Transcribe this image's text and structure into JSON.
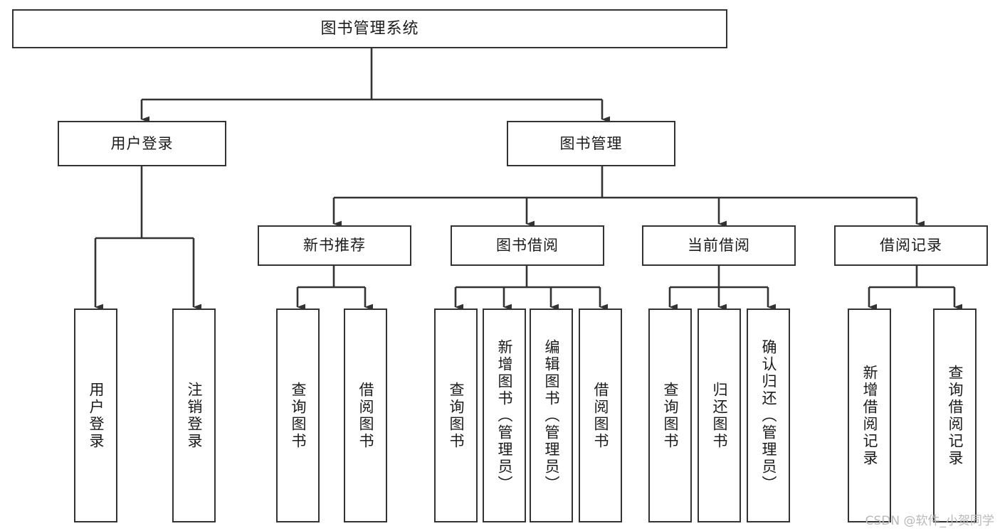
{
  "diagram": {
    "title": "图书管理系统",
    "type": "tree-hierarchy",
    "watermark": "CSDN @软件_小贺同学",
    "colors": {
      "background": "#ffffff",
      "box_border": "#333333",
      "box_fill": "#ffffff",
      "text": "#1b1b1b",
      "edge": "#333333",
      "watermark": "#b9b9b9"
    },
    "root": {
      "label": "图书管理系统"
    },
    "level2": [
      {
        "label": "用户登录"
      },
      {
        "label": "图书管理"
      }
    ],
    "level3": [
      {
        "label": "新书推荐"
      },
      {
        "label": "图书借阅"
      },
      {
        "label": "当前借阅"
      },
      {
        "label": "借阅记录"
      }
    ],
    "leaves": {
      "user_login": [
        {
          "label": "用户登录"
        },
        {
          "label": "注销登录"
        }
      ],
      "new_book_recommend": [
        {
          "label": "查询图书"
        },
        {
          "label": "借阅图书"
        }
      ],
      "book_borrow": [
        {
          "label": "查询图书"
        },
        {
          "label": "新增图书（管理员）"
        },
        {
          "label": "编辑图书（管理员）"
        },
        {
          "label": "借阅图书"
        }
      ],
      "current_borrow": [
        {
          "label": "查询图书"
        },
        {
          "label": "归还图书"
        },
        {
          "label": "确认归还（管理员）"
        }
      ],
      "borrow_record": [
        {
          "label": "新增借阅记录"
        },
        {
          "label": "查询借阅记录"
        }
      ]
    }
  }
}
